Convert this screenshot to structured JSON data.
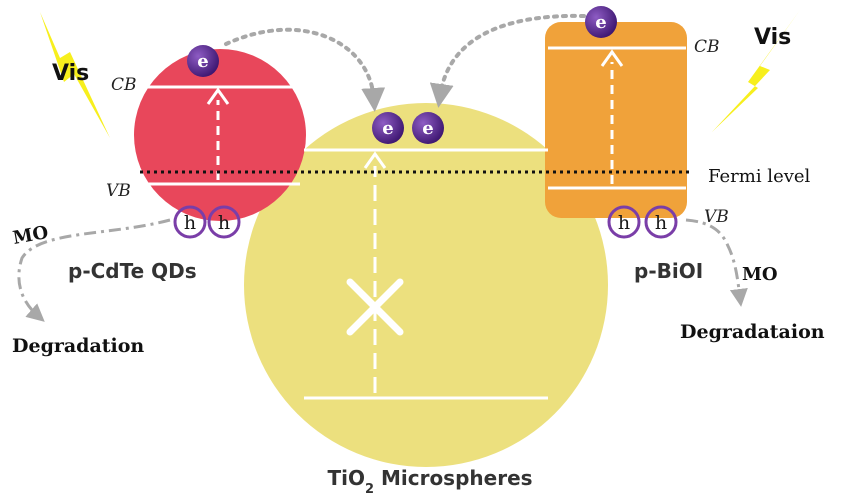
{
  "labels": {
    "vis_left": "Vis",
    "vis_right": "Vis",
    "cb_left": "CB",
    "vb_left": "VB",
    "cb_right": "CB",
    "vb_right": "VB",
    "fermi_level": "Fermi level",
    "mo_left": "MO",
    "mo_right": "MO",
    "degradation_left": "Degradation",
    "degradation_right": "Degradataion",
    "cdte_label": "p-CdTe QDs",
    "bioi_label": "p-BiOI",
    "tio2_prefix": "TiO",
    "tio2_subscript": "2",
    "tio2_suffix": " Microspheres"
  },
  "carriers": {
    "electron": "e",
    "hole": "h"
  },
  "colors": {
    "cdte": "#e8475b",
    "tio2": "#ece07e",
    "bioi": "#f0a23a",
    "lightning": "#f7ef1d",
    "carrier_purple": "#5a2a8c",
    "hole_ring": "#7a3ea8",
    "arrow_gray": "#a8a8a8"
  }
}
